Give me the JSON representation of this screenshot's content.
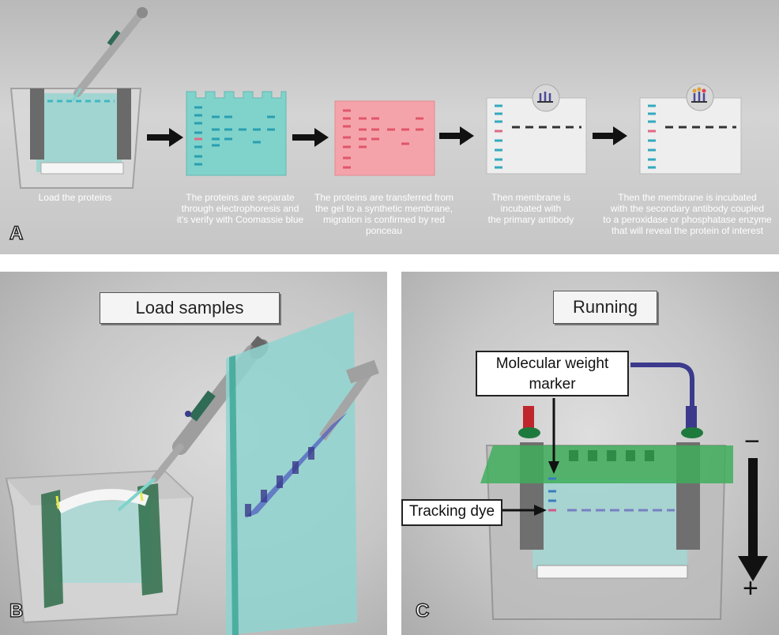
{
  "panel_a": {
    "letter": "A",
    "captions": [
      "Load the proteins",
      "The proteins are separate\nthrough electrophoresis and\nit's verify with Coomassie blue",
      "The proteins are transferred from\nthe gel to a synthetic membrane,\nmigration is confirmed by red\nponceau",
      "Then membrane is\nincubated with\nthe primary antibody",
      "Then the membrane is incubated\nwith the secondary antibody coupled\nto a peroxidase or phosphatase enzyme\nthat will reveal the protein of interest"
    ]
  },
  "panel_b": {
    "letter": "B",
    "title": "Load samples"
  },
  "panel_c": {
    "letter": "C",
    "title": "Running",
    "marker_label": "Molecular weight\nmarker",
    "dye_label": "Tracking dye",
    "minus_sign": "−",
    "plus_sign": "+"
  },
  "colors": {
    "gel_teal": "#7fd3cb",
    "ponceau_pink": "#f5a3aa",
    "membrane": "#eeeeee",
    "gel_lid_green": "#3fae5c",
    "wire_purple": "#3b3a8c",
    "electrode_red": "#c0262d"
  }
}
